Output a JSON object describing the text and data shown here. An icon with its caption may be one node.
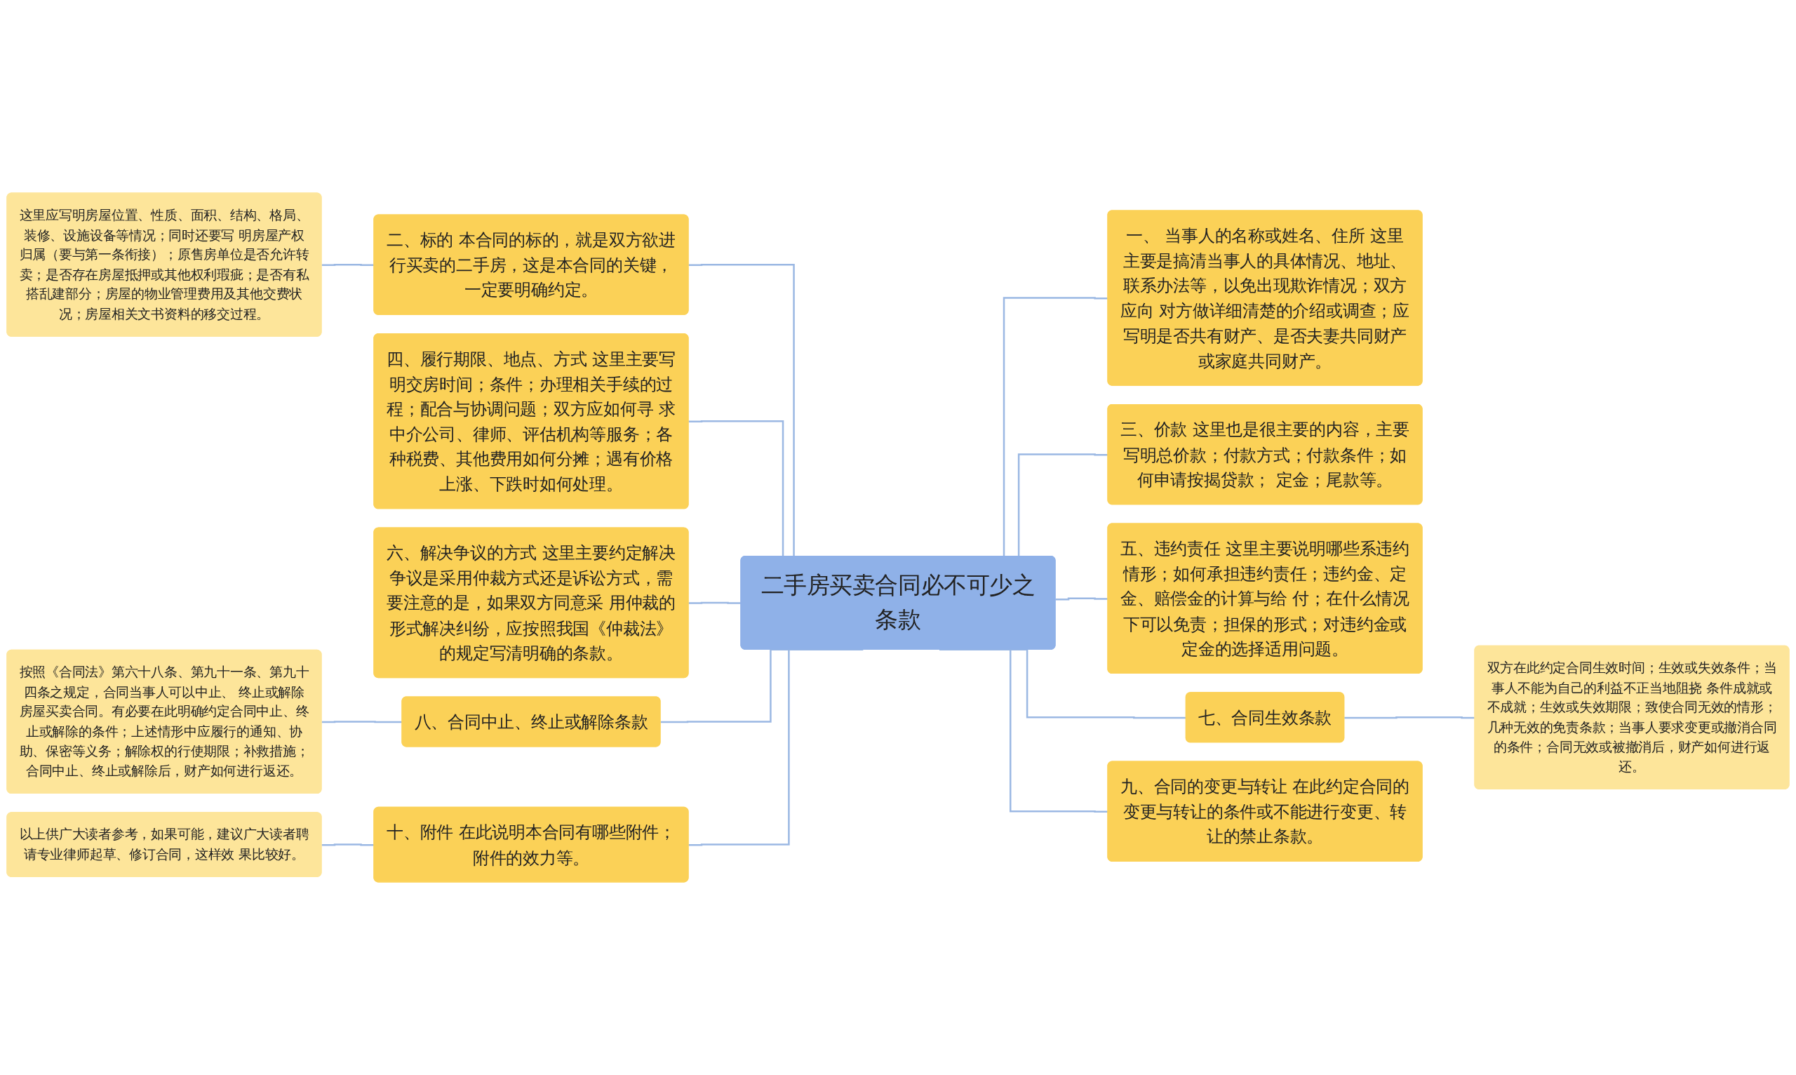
{
  "diagram": {
    "nodes": [
      {
        "text": [
          "二手房买卖合同必不可少之条款"
        ]
      },
      {
        "text": [
          "一、 当事人的名称或姓名、住所 这里主要是搞清当事人的具体情况、地址、联系办法等，以免出现欺诈情况；双方应向 对方做详细清楚的介绍或调查；应写明是否共有财产、是否夫妻共同财产或家庭共同财产。"
        ]
      },
      {
        "text": [
          "二、标的 本合同的标的，就是双方欲进行买卖的二手房，这是本合同的关键，一定要明确约定。"
        ]
      },
      {
        "text": [
          "这里应写明房屋位置、性质、面积、结构、格局、装修、设施设备等情况；同时还要写 明房屋产权归属（要与第一条衔接）；原售房单位是否允许转卖；是否存在房屋抵押或其他权利瑕疵；是否有私搭乱建部分；房屋的物业管理费用及其他交费状况；房屋相关文书资料的移交过程。"
        ]
      },
      {
        "text": [
          "三、价款 这里也是很主要的内容，主要写明总价款；付款方式；付款条件；如何申请按揭贷款； 定金；尾款等。"
        ]
      },
      {
        "text": [
          "四、履行期限、地点、方式 这里主要写明交房时间；条件；办理相关手续的过程；配合与协调问题；双方应如何寻 求中介公司、律师、评估机构等服务；各种税费、其他费用如何分摊；遇有价格上涨、下跌时如何处理。"
        ]
      },
      {
        "text": [
          "五、违约责任 这里主要说明哪些系违约情形；如何承担违约责任；违约金、定金、赔偿金的计算与给 付；在什么情况下可以免责；担保的形式；对违约金或定金的选择适用问题。"
        ]
      },
      {
        "text": [
          "六、解决争议的方式 这里主要约定解决争议是采用仲裁方式还是诉讼方式，需要注意的是，如果双方同意采 用仲裁的形式解决纠纷，应按照我国《仲裁法》的规定写清明确的条款。"
        ]
      },
      {
        "text": [
          "七、合同生效条款"
        ]
      },
      {
        "text": [
          "双方在此约定合同生效时间；生效或失效条件；当事人不能为自己的利益不正当地阻挠 条件成就或不成就；生效或失效期限；致使合同无效的情形；几种无效的免责条款；当事人要求变更或撤消合同的条件；合同无效或被撤消后，财产如何进行返还。"
        ]
      },
      {
        "text": [
          "八、合同中止、终止或解除条款"
        ]
      },
      {
        "text": [
          "按照《合同法》第六十八条、第九十一条、第九十四条之规定，合同当事人可以中止、 终止或解除房屋买卖合同。有必要在此明确约定合同中止、终止或解除的条件；上述情形中应履行的通知、协助、保密等义务；解除权的行使期限；补救措施；合同中止、终止或解除后，财产如何进行返还。"
        ]
      },
      {
        "text": [
          "九、合同的变更与转让 在此约定合同的变更与转让的条件或不能进行变更、转让的禁止条款。"
        ]
      },
      {
        "text": [
          "十、附件 在此说明本合同有哪些附件；附件的效力等。"
        ]
      },
      {
        "text": [
          "以上供广大读者参考，如果可能，建议广大读者聘请专业律师起草、修订合同，这样效 果比较好。"
        ]
      }
    ],
    "edges": [
      {
        "from": 0,
        "to": 1,
        "arrow": "none"
      },
      {
        "from": 0,
        "to": 2,
        "arrow": "none"
      },
      {
        "from": 2,
        "to": 3,
        "arrow": "none"
      },
      {
        "from": 0,
        "to": 4,
        "arrow": "none"
      },
      {
        "from": 0,
        "to": 5,
        "arrow": "none"
      },
      {
        "from": 0,
        "to": 6,
        "arrow": "none"
      },
      {
        "from": 0,
        "to": 7,
        "arrow": "none"
      },
      {
        "from": 0,
        "to": 8,
        "arrow": "none"
      },
      {
        "from": 8,
        "to": 9,
        "arrow": "none"
      },
      {
        "from": 0,
        "to": 10,
        "arrow": "none"
      },
      {
        "from": 10,
        "to": 11,
        "arrow": "none"
      },
      {
        "from": 0,
        "to": 12,
        "arrow": "none"
      },
      {
        "from": 0,
        "to": 13,
        "arrow": "none"
      },
      {
        "from": 13,
        "to": 14,
        "arrow": "none"
      }
    ]
  }
}
